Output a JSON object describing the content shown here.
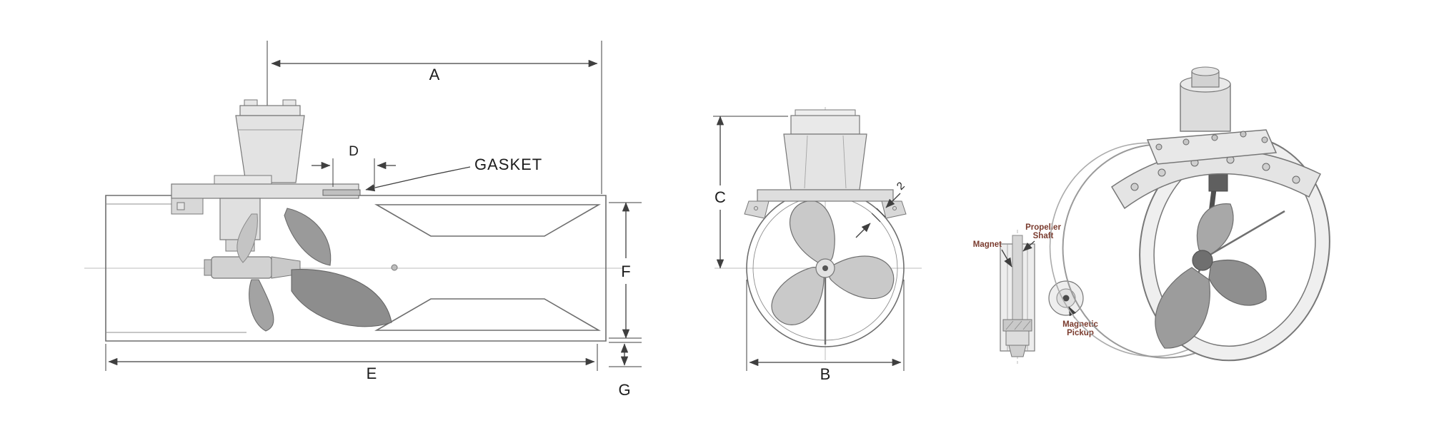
{
  "figure": {
    "kind": "technical-dimension-diagram",
    "subject": "Tunnel bow thruster: side section, front view, magnetic pickup detail, isometric view",
    "colors": {
      "background": "#ffffff",
      "line": "#6e6e6e",
      "dimension": "#3f3f3f",
      "fill_light": "#e9e9e9",
      "fill_mid": "#cfcfcf",
      "fill_dark": "#949494",
      "annotation_text": "#7a3b2e"
    }
  },
  "labels": {
    "dim_a": "A",
    "dim_b": "B",
    "dim_c": "C",
    "dim_d": "D",
    "dim_e": "E",
    "dim_f": "F",
    "dim_g": "G",
    "gasket": "GASKET",
    "chamfer": "2",
    "magnet": "Magnet",
    "propeller": "Propeller",
    "shaft": "Shaft",
    "magnetic": "Magnetic",
    "pickup": "Pickup"
  }
}
